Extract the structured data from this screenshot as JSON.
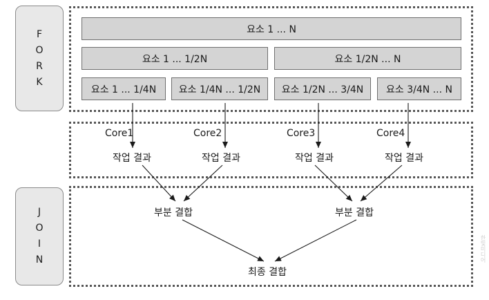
{
  "side_labels": {
    "fork": "FORK",
    "join": "JOIN"
  },
  "fork": {
    "all": "요소 1 ... N",
    "halves": [
      "요소 1 ... 1/2N",
      "요소 1/2N ... N"
    ],
    "quarters": [
      "요소 1 ... 1/4N",
      "요소 1/4N ... 1/2N",
      "요소 1/2N ... 3/4N",
      "요소 3/4N ... N"
    ]
  },
  "cores": [
    "Core1",
    "Core2",
    "Core3",
    "Core4"
  ],
  "work_result": "작업 결과",
  "partial_join": "부분 결합",
  "final_join": "최종 결합",
  "watermark": "한빛미디어"
}
